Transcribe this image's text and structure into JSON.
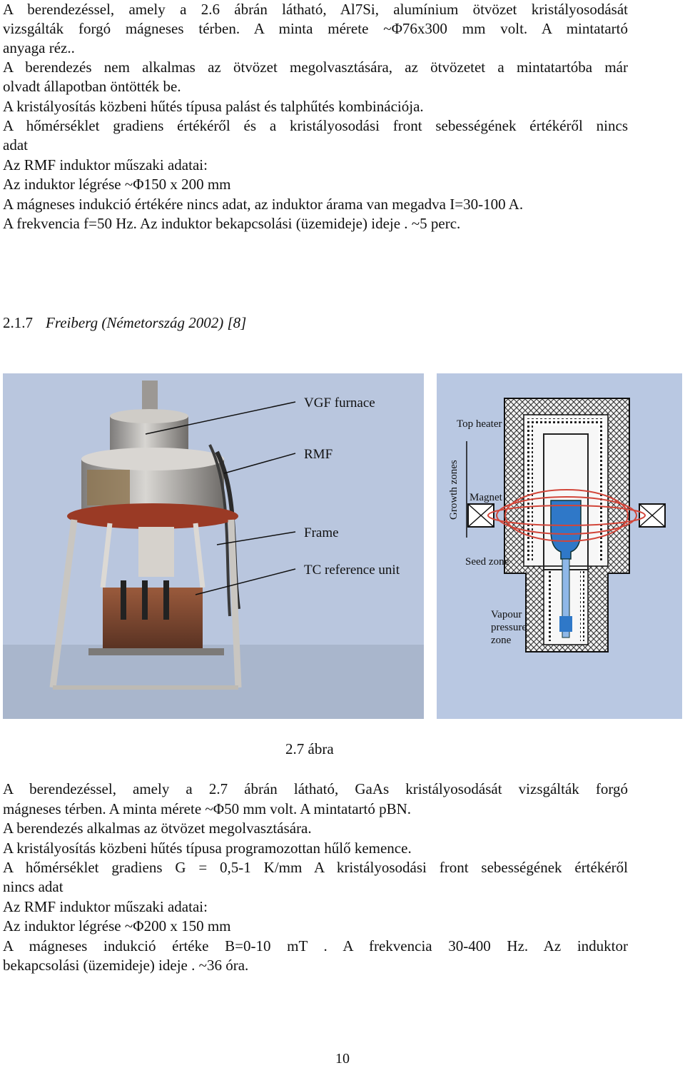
{
  "section1": {
    "lines": [
      "A berendezéssel, amely a 2.6 ábrán látható, Al7Si, alumínium ötvözet kristályosodását",
      "vizsgálták forgó mágneses térben. A minta mérete ~Φ76x300 mm volt. A mintatartó",
      "anyaga réz..",
      "A berendezés nem alkalmas az ötvözet megolvasztására, az ötvözetet a mintatartóba már",
      "olvadt állapotban öntötték be.",
      "A kristályosítás közbeni hűtés típusa palást és talphűtés kombinációja.",
      "A hőmérséklet gradiens értékéről és a kristályosodási front sebességének értékéről nincs",
      "adat",
      "Az RMF induktor műszaki adatai:",
      "Az induktor légrése  ~Φ150 x 200 mm",
      "A mágneses indukció értékére nincs adat, az induktor árama van megadva I=30-100 A.",
      "A frekvencia f=50 Hz. Az induktor bekapcsolási (üzemideje) ideje . ~5 perc."
    ]
  },
  "heading": {
    "number": "2.1.7",
    "title": "Freiberg (Németország 2002) [8]"
  },
  "figure": {
    "photo_labels": {
      "vgf": "VGF furnace",
      "rmf": "RMF",
      "frame": "Frame",
      "tc": "TC reference unit"
    },
    "schematic_labels": {
      "top_heater": "Top heater",
      "growth_zones": "Growth zones",
      "magnet": "Magnet",
      "seed_zone": "Seed zone",
      "vapour1": "Vapour",
      "vapour2": "pressure",
      "vapour3": "zone"
    },
    "caption": "2.7 ábra"
  },
  "section2": {
    "lines": [
      "A berendezéssel, amely a 2.7 ábrán látható, GaAs kristályosodását vizsgálták forgó",
      "mágneses térben. A minta mérete ~Φ50 mm volt. A mintatartó pBN.",
      "A berendezés alkalmas az ötvözet megolvasztására.",
      "A kristályosítás közbeni hűtés típusa programozottan hűlő kemence.",
      "A hőmérséklet gradiens G = 0,5-1 K/mm A kristályosodási front sebességének értékéről",
      "nincs adat",
      "Az RMF induktor műszaki adatai:",
      "Az induktor légrése  ~Φ200 x 150 mm",
      "A mágneses indukció értéke B=0-10 mT . A frekvencia 30-400 Hz. Az induktor",
      "bekapcsolási (üzemideje) ideje . ~36 óra."
    ]
  },
  "page_number": "10"
}
